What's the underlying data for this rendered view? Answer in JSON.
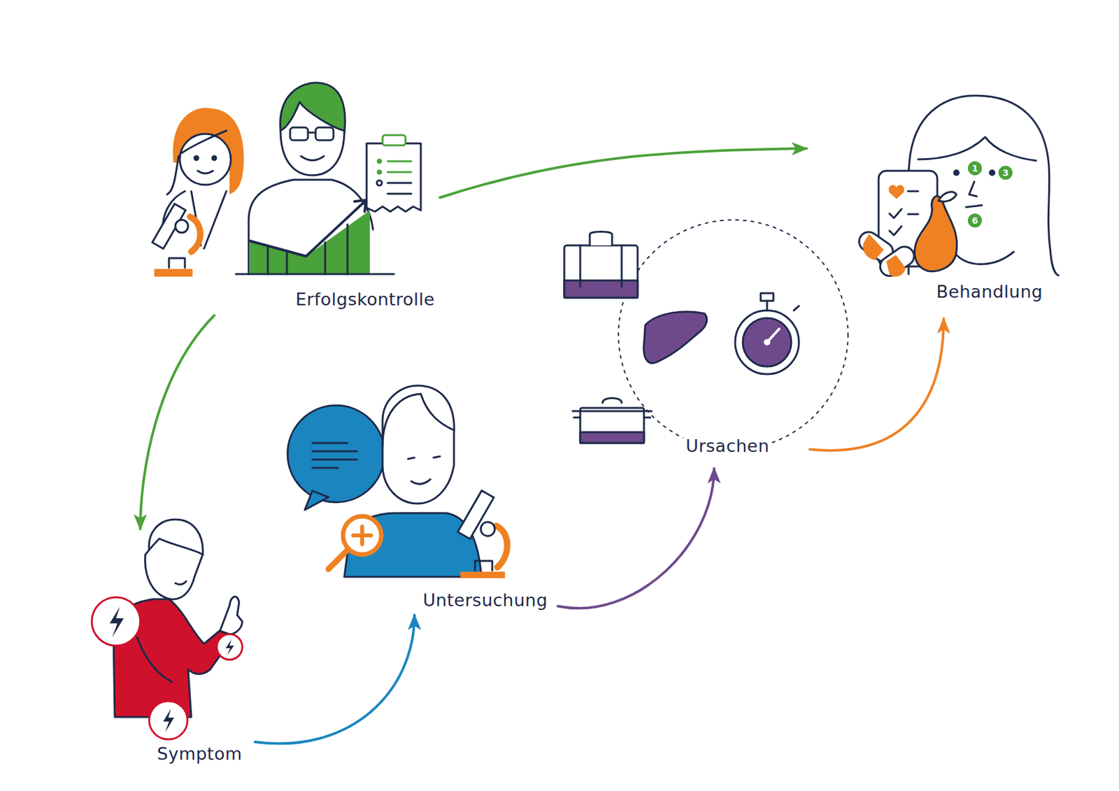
{
  "diagram": {
    "nodes": [
      {
        "text": [
          "Symptom"
        ]
      },
      {
        "text": [
          "Untersuchung"
        ]
      },
      {
        "text": [
          "Ursachen"
        ]
      },
      {
        "text": [
          "Behandlung"
        ]
      },
      {
        "text": [
          "Erfolgskontrolle"
        ]
      }
    ],
    "edges": [
      {
        "from": 0,
        "to": 1,
        "arrow": "to"
      },
      {
        "from": 1,
        "to": 2,
        "arrow": "to"
      },
      {
        "from": 2,
        "to": 3,
        "arrow": "to"
      },
      {
        "from": 4,
        "to": 3,
        "arrow": "to"
      },
      {
        "from": 4,
        "to": 0,
        "arrow": "to"
      }
    ],
    "labels": [
      "1",
      "3",
      "6"
    ]
  }
}
